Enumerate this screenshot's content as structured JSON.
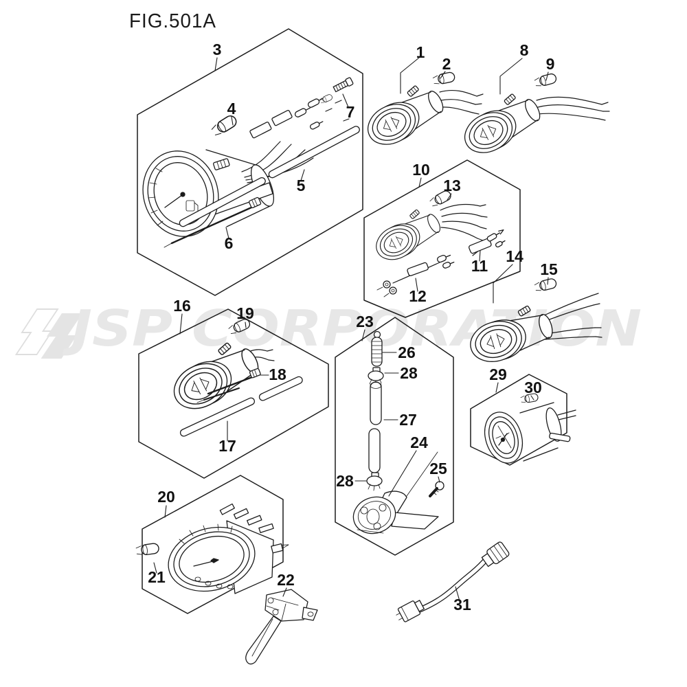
{
  "title": "FIG.501A",
  "watermark": {
    "text": "JSP CORPORATION",
    "color": "#e7e7e7",
    "logo": "jsp-flag-icon"
  },
  "colors": {
    "line": "#1c1c1c",
    "background": "#ffffff",
    "label": "#111111"
  },
  "figure": {
    "type": "exploded-parts-diagram",
    "sections": [
      {
        "box": "box-3",
        "parts_inside": [
          "3",
          "4",
          "5",
          "6",
          "7"
        ],
        "content": "fuel gauge with wire harness, bulb, tubes, cable tie, screw"
      },
      {
        "box": "none-1",
        "parts_inside": [
          "1",
          "2"
        ],
        "content": "meter gauge with bulb"
      },
      {
        "box": "none-8",
        "parts_inside": [
          "8",
          "9"
        ],
        "content": "meter gauge with bulb"
      },
      {
        "box": "box-10",
        "parts_inside": [
          "10",
          "11",
          "12",
          "13"
        ],
        "content": "meter gauge, lead wires, bulb"
      },
      {
        "box": "none-14",
        "parts_inside": [
          "14",
          "15"
        ],
        "content": "meter gauge with bulb"
      },
      {
        "box": "box-16",
        "parts_inside": [
          "16",
          "17",
          "18",
          "19"
        ],
        "content": "trim gauge, tubes, cable tie, bulb"
      },
      {
        "box": "box-20",
        "parts_inside": [
          "20",
          "21"
        ],
        "content": "speedometer with bulb"
      },
      {
        "box": "none-22",
        "parts_inside": [
          "22"
        ],
        "content": "speedometer pickup"
      },
      {
        "box": "box-23",
        "parts_inside": [
          "24",
          "25",
          "26",
          "27",
          "28"
        ],
        "content": "water pickup, screw, spring, tube, clamps"
      },
      {
        "box": "box-29",
        "parts_inside": [
          "29",
          "30"
        ],
        "content": "trim meter with bulb"
      },
      {
        "box": "none-31",
        "parts_inside": [
          "31"
        ],
        "content": "extension cable"
      }
    ]
  },
  "labels": {
    "p1": "1",
    "p2": "2",
    "p3": "3",
    "p4": "4",
    "p5": "5",
    "p6": "6",
    "p7": "7",
    "p8": "8",
    "p9": "9",
    "p10": "10",
    "p11": "11",
    "p12": "12",
    "p13": "13",
    "p14": "14",
    "p15": "15",
    "p16": "16",
    "p17": "17",
    "p18": "18",
    "p19": "19",
    "p20": "20",
    "p21": "21",
    "p22": "22",
    "p23": "23",
    "p24": "24",
    "p25": "25",
    "p26": "26",
    "p27": "27",
    "p28a": "28",
    "p28b": "28",
    "p29": "29",
    "p30": "30",
    "p31": "31"
  }
}
